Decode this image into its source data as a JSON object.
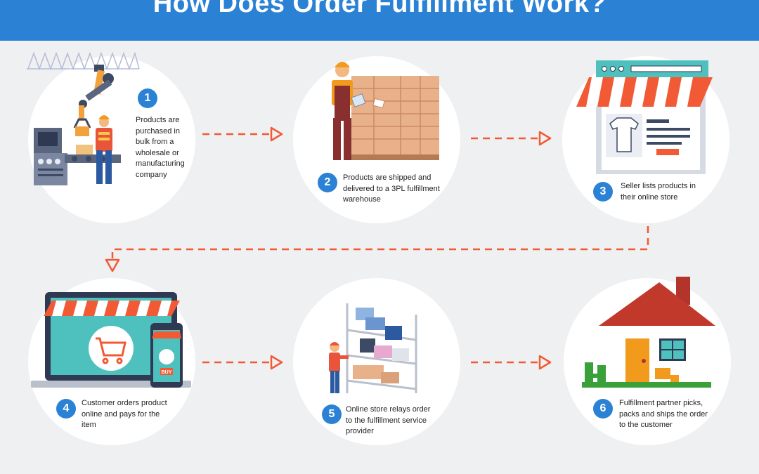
{
  "header": {
    "title": "How Does Order Fulfillment Work?"
  },
  "colors": {
    "header_bg": "#2b82d4",
    "badge": "#2b82d4",
    "arrow": "#f15a35",
    "background": "#eff0f2"
  },
  "steps": [
    {
      "number": "1",
      "text": "Products are purchased in bulk from a wholesale or manufacturing company",
      "icon": "factory-robot-arm-icon"
    },
    {
      "number": "2",
      "text": "Products are shipped and delivered to a 3PL fulfillment warehouse",
      "icon": "warehouse-worker-boxes-icon"
    },
    {
      "number": "3",
      "text": "Seller lists products in their online store",
      "icon": "online-store-browser-icon"
    },
    {
      "number": "4",
      "text": "Customer orders product online and pays for the item",
      "icon": "laptop-phone-shopping-cart-icon"
    },
    {
      "number": "5",
      "text": "Online store relays order to the fulfillment service provider",
      "icon": "worker-shelving-scanner-icon"
    },
    {
      "number": "6",
      "text": "Fulfillment partner picks, packs and ships the order to the customer",
      "icon": "house-delivery-icon"
    }
  ],
  "phone_buy_label": "BUY"
}
